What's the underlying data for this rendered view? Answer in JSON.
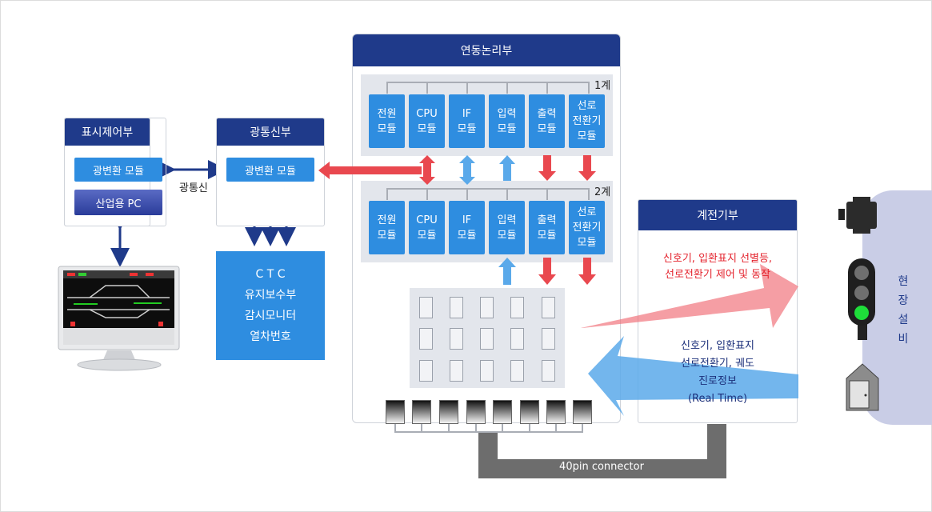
{
  "display_unit": {
    "title": "표시제어부",
    "btn1": "광변환 모듈",
    "btn2": "산업용  PC"
  },
  "optical_link_label": "광통신",
  "optical_unit": {
    "title": "광통신부",
    "btn": "광변환 모듈"
  },
  "ctc_box": {
    "lines": [
      "C T C",
      "유지보수부",
      "감시모니터",
      "열차번호"
    ]
  },
  "interlocking": {
    "title": "연동논리부",
    "sys1_label": "1계",
    "sys2_label": "2계",
    "modules": [
      {
        "l1": "전원",
        "l2": "모듈"
      },
      {
        "l1": "CPU",
        "l2": "모듈"
      },
      {
        "l1": "IF",
        "l2": "모듈"
      },
      {
        "l1": "입력",
        "l2": "모듈"
      },
      {
        "l1": "출력",
        "l2": "모듈"
      },
      {
        "l1": "선로",
        "l2": "전환기",
        "l3": "모듈"
      }
    ]
  },
  "relay_unit": {
    "title": "계전기부",
    "control_text": [
      "신호기, 입환표지 선별등,",
      "선로전환기 제어 및 동작"
    ],
    "info_text": [
      "신호기, 입환표지",
      "선로전환기, 궤도",
      "진로정보",
      "(Real Time)"
    ]
  },
  "field": {
    "label": [
      "현",
      "장",
      "설",
      "비"
    ]
  },
  "connector_label": "40pin connector",
  "colors": {
    "navy": "#1f3a8a",
    "blue": "#2e8de0",
    "red": "#e9484f",
    "lightblue": "#5aa9ea",
    "gray": "#6d6d6d"
  }
}
